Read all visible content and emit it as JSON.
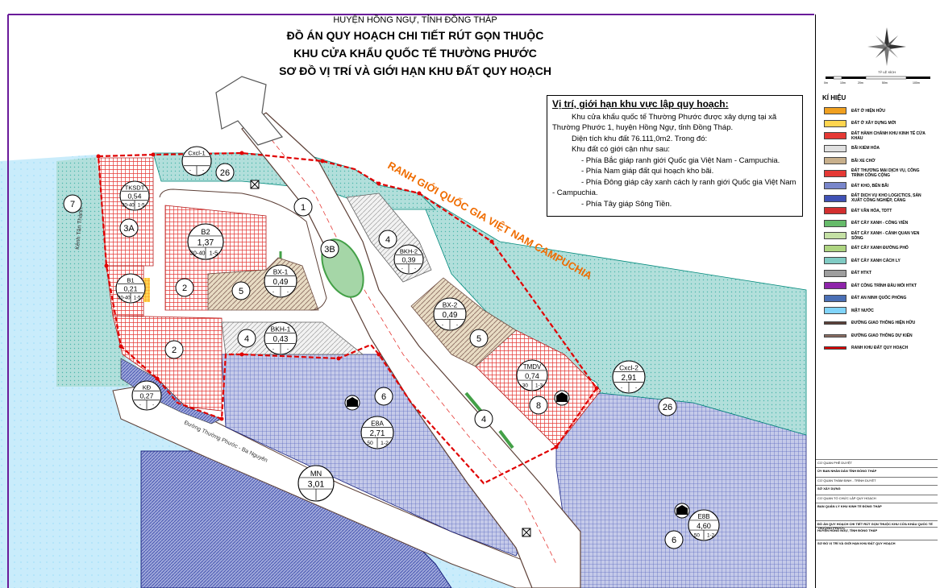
{
  "header": {
    "province": "HUYỆN HỒNG NGỰ, TỈNH ĐỒNG THÁP",
    "title_line1": "ĐỒ ÁN QUY HOẠCH CHI TIẾT RÚT GỌN THUỘC",
    "title_line2": "KHU CỬA KHẨU QUỐC TẾ THƯỜNG PHƯỚC",
    "title_line3": "SƠ ĐỒ VỊ TRÍ VÀ GIỚI HẠN KHU ĐẤT QUY HOẠCH"
  },
  "info": {
    "title": "Vị trí, giới hạn khu vực lập quy hoạch:",
    "lines": [
      "Khu cửa khẩu quốc tế Thường Phước được xây dựng tại xã Thường Phước 1, huyện Hồng Ngự, tỉnh Đồng Tháp.",
      "Diện tích khu đất 76.111,0m2. Trong đó:",
      "Khu đất có giới cận như sau:",
      "- Phía Bắc giáp ranh giới Quốc gia Việt Nam - Campuchia.",
      "- Phía Nam giáp đất qui hoạch kho bãi.",
      "- Phía Đông giáp cây xanh cách ly ranh giới Quốc gia  Việt Nam - Campuchia.",
      "- Phía Tây giáp Sông Tiền."
    ]
  },
  "map": {
    "border_label": "RANH GIỚI QUỐC GIA VIỆT NAM CAMPUCHIA",
    "road_label_1": "Đường Thường Phước - Ba Nguyên",
    "road_label_2": "Kênh Tân Thành",
    "colors": {
      "residential_red": "#e53935",
      "tmdv_red": "#e53935",
      "warehouse_blue": "#7986cb",
      "green_buffer": "#b2dfdb",
      "water": "#b3e5fc",
      "cxcl_green": "#a5d6a7",
      "security_gray": "#9e9e9e",
      "boundary": "#e00000"
    },
    "parcels": [
      {
        "code": "TKSDT",
        "area": "0,54",
        "f1": "30-40",
        "f2": "1-5"
      },
      {
        "code": "B2",
        "area": "1,37",
        "f1": "30-40",
        "f2": "1-5"
      },
      {
        "code": "B1",
        "area": "0,21",
        "f1": "30-40",
        "f2": "1-5"
      },
      {
        "code": "BX-1",
        "area": "0,49",
        "f1": "-",
        "f2": "-"
      },
      {
        "code": "BKH-1",
        "area": "0,43",
        "f1": "-",
        "f2": "-"
      },
      {
        "code": "BKH-2",
        "area": "0,39",
        "f1": "-",
        "f2": "-"
      },
      {
        "code": "BX-2",
        "area": "0,49",
        "f1": "-",
        "f2": "-"
      },
      {
        "code": "TMDV",
        "area": "0,74",
        "f1": "30",
        "f2": "1-3"
      },
      {
        "code": "Cxcl-2",
        "area": "2,91",
        "f1": "-",
        "f2": "-"
      },
      {
        "code": "Cxcl-1",
        "area": "",
        "f1": "-",
        "f2": "-"
      },
      {
        "code": "E8A",
        "area": "2,71",
        "f1": "50",
        "f2": "1-2"
      },
      {
        "code": "E8B",
        "area": "4,60",
        "f1": "50",
        "f2": "1-2"
      },
      {
        "code": "MN",
        "area": "3,01",
        "f1": "",
        "f2": ""
      },
      {
        "code": "KĐ",
        "area": "0,27",
        "f1": "-",
        "f2": "-"
      }
    ],
    "numbers": [
      "1",
      "2",
      "2",
      "3A",
      "3B",
      "4",
      "4",
      "4",
      "5",
      "5",
      "6",
      "6",
      "7",
      "8",
      "26",
      "26"
    ]
  },
  "legend": {
    "title": "KÍ HIỆU",
    "scale_label": "TỶ LỆ XÍCH",
    "scale_ticks": [
      "0m",
      "10m",
      "20m",
      "50m",
      "100m"
    ],
    "items": [
      {
        "label": "ĐẤT Ở HIỆN HỮU",
        "color": "#f0a020"
      },
      {
        "label": "ĐẤT Ở XÂY DỰNG MỚI",
        "color": "#ffd54f"
      },
      {
        "label": "ĐẤT HÀNH CHÁNH KHU KINH TẾ CỬA KHẨU",
        "color": "#e53935"
      },
      {
        "label": "BÃI KIỂM HÓA",
        "color": "#e0e0e0"
      },
      {
        "label": "BÃI XE CHỜ",
        "color": "#c8b08c"
      },
      {
        "label": "ĐẤT THƯƠNG MẠI DỊCH VỤ, CÔNG TRÌNH CÔNG CỘNG",
        "color": "#e53935"
      },
      {
        "label": "ĐẤT KHO, BẾN BÃI",
        "color": "#7986cb"
      },
      {
        "label": "ĐẤT DỊCH VỤ KHO LOGICTICS, SẢN XUẤT CÔNG NGHIỆP, CẢNG",
        "color": "#3f51b5"
      },
      {
        "label": "ĐẤT VĂN HÓA, TDTT",
        "color": "#d32f2f"
      },
      {
        "label": "ĐẤT CÂY XANH - CÔNG VIÊN",
        "color": "#66bb6a"
      },
      {
        "label": "ĐẤT CÂY XANH - CẢNH QUAN VEN SÔNG",
        "color": "#c5e1a5"
      },
      {
        "label": "ĐẤT CÂY XANH ĐƯỜNG PHỐ",
        "color": "#aed581"
      },
      {
        "label": "ĐẤT CÂY XANH CÁCH LY",
        "color": "#80cbc4"
      },
      {
        "label": "ĐẤT HTKT",
        "color": "#9e9e9e"
      },
      {
        "label": "ĐẤT CÔNG TRÌNH ĐẦU MỐI HTKT",
        "color": "#8e24aa"
      },
      {
        "label": "ĐẤT AN NINH QUỐC PHÒNG",
        "color": "#4a6fb5"
      },
      {
        "label": "MẶT NƯỚC",
        "color": "#81d4fa"
      },
      {
        "label": "ĐƯỜNG GIAO THÔNG HIỆN HỮU",
        "color": "#5d4037"
      },
      {
        "label": "ĐƯỜNG GIAO THÔNG DỰ KIẾN",
        "color": "#8d6e63"
      },
      {
        "label": "RANH KHU ĐẤT QUY HOẠCH",
        "color": "#e00000"
      }
    ],
    "title_block": [
      "CƠ QUAN PHÊ DUYỆT",
      "ỦY BAN NHÂN DÂN TỈNH ĐỒNG THÁP",
      "CƠ QUAN THẨM ĐỊNH - TRÌNH DUYỆT",
      "SỞ XÂY DỰNG",
      "CƠ QUAN TỔ CHỨC LẬP QUY HOẠCH",
      "BAN QUẢN LÝ KHU KINH TẾ ĐỒNG THÁP",
      "ĐỒ ÁN QUY HOẠCH CHI TIẾT RÚT GỌN THUỘC KHU CỬA KHẨU QUỐC TẾ THƯỜNG PHƯỚC",
      "HUYỆN HỒNG NGỰ, TỈNH ĐỒNG THÁP",
      "SƠ ĐỒ VỊ TRÍ VÀ GIỚI HẠN KHU ĐẤT QUY HOẠCH"
    ]
  }
}
